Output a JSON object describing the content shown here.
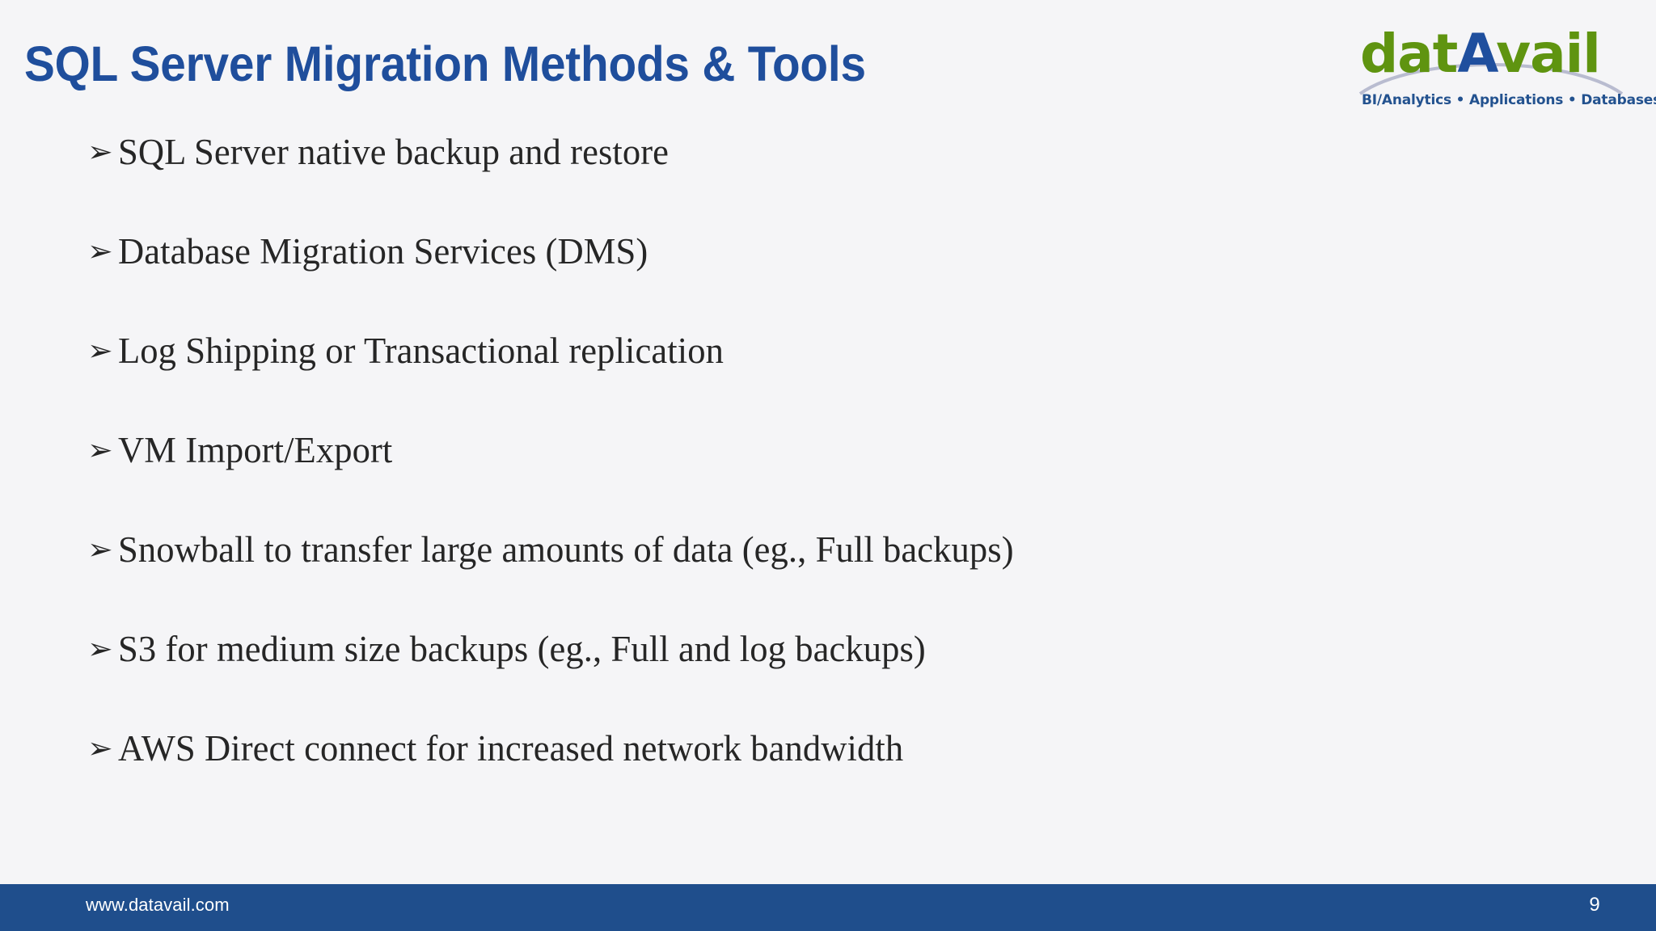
{
  "slide": {
    "title": "SQL Server Migration Methods & Tools",
    "background_color": "#f5f5f7",
    "title_color": "#1f4e9c",
    "body_text_color": "#262626"
  },
  "logo": {
    "word_part_1": "dat",
    "word_part_2": "A",
    "word_part_3": "vail",
    "tagline": "BI/Analytics • Applications • Databases",
    "green_color": "#5f9410",
    "blue_color": "#1f4f9e",
    "tagline_color": "#23528f"
  },
  "bullets": {
    "marker": "➢",
    "items": [
      {
        "text": "SQL Server native backup and restore"
      },
      {
        "text": "Database Migration Services (DMS)"
      },
      {
        "text": "Log Shipping or Transactional replication"
      },
      {
        "text": "VM Import/Export"
      },
      {
        "text": "Snowball to transfer large amounts of data (eg., Full backups)"
      },
      {
        "text": "S3 for medium size backups (eg., Full and log backups)"
      },
      {
        "text": "AWS Direct connect for increased network bandwidth"
      }
    ]
  },
  "footer": {
    "url": "www.datavail.com",
    "page_number": "9",
    "bar_color": "#1f4e8c",
    "text_color": "#ffffff"
  }
}
